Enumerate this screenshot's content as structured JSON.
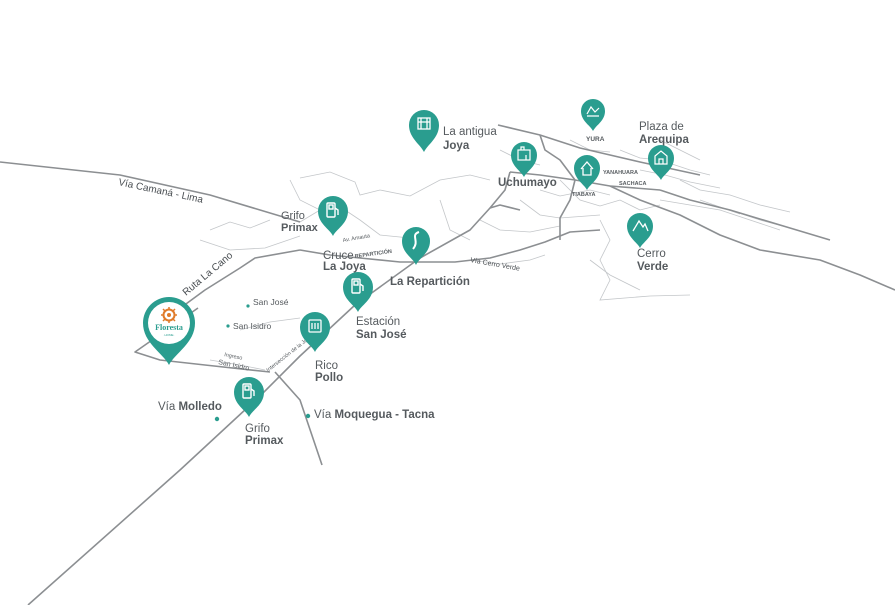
{
  "colors": {
    "teal": "#2a9d8f",
    "road": "#8c8f92",
    "thin_road": "#b9bcbf",
    "text": "#555a5e",
    "brand_orange": "#e07b2a"
  },
  "roads": {
    "camana": "Vía Camaná - Lima",
    "ruta_la_cano": "Ruta La Cano",
    "cerro_verde": "Vía Cerro Verde",
    "ingreso_1": "Ingreso",
    "ingreso_2": "San Isidro",
    "avenida": "Av. Amauta",
    "reparticion_small": "REPARTICIÓN",
    "interseccion": "Intersección de la Joya"
  },
  "places": {
    "antigua_1": "La antigua",
    "antigua_2": "Joya",
    "yura": "YURA",
    "plaza_1": "Plaza de",
    "plaza_2": "Arequipa",
    "uchumayo": "Uchumayo",
    "yanahuara": "YANAHUARA",
    "sachaca": "SACHACA",
    "tiabaya": "TIABAYA",
    "cerro_1": "Cerro",
    "cerro_2": "Verde",
    "grifo1_1": "Grifo",
    "grifo1_2": "Primax",
    "cruce_1": "Cruce",
    "cruce_2": "La Joya",
    "reparticion": "La Repartición",
    "estacion_1": "Estación",
    "estacion_2": "San José",
    "rico_1": "Rico",
    "rico_2": "Pollo",
    "grifo2_1": "Grifo",
    "grifo2_2": "Primax",
    "molledo_1": "Vía",
    "molledo_2": "Molledo",
    "moquegua_1": "Vía",
    "moquegua_2": "Moquegua - Tacna",
    "san_jose": "San José",
    "san_isidro": "San Isidro"
  },
  "brand": {
    "name": "Floresta",
    "sub": "·HOME·"
  },
  "icons": {
    "floresta": "floresta-logo-pin",
    "antigua": "ruins-icon",
    "yura": "yura-icon",
    "plaza": "cathedral-icon",
    "uchumayo": "town-icon",
    "house": "house-icon",
    "cerro": "mountain-icon",
    "grifo": "fuel-pump-icon",
    "reparticion": "road-icon",
    "estacion": "fuel-pump-icon",
    "rico": "restaurant-icon"
  }
}
